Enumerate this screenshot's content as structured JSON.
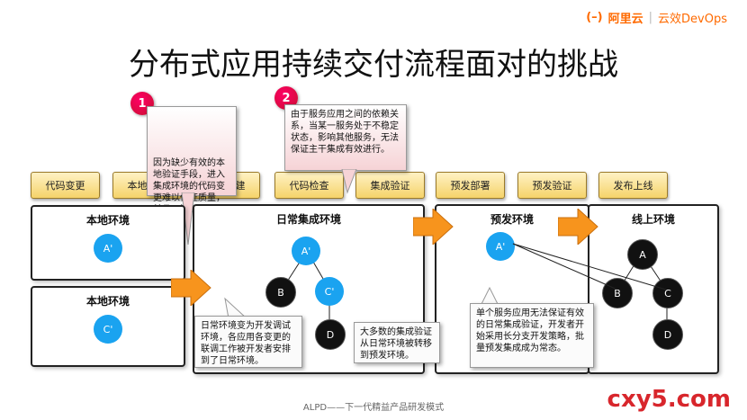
{
  "brand": {
    "logo": "阿里云",
    "product": "云效DevOps",
    "logo_icon": "aliyun-bracket-icon"
  },
  "title": "分布式应用持续交付流程面对的挑战",
  "steps": [
    "代码变更",
    "本地验证",
    "本地构建",
    "代码检查",
    "集成验证",
    "预发部署",
    "预发验证",
    "发布上线"
  ],
  "badges": [
    "1",
    "2"
  ],
  "callouts": {
    "c1": "因为缺少有效的本地验证手段，进入集成环境的代码变更难以保证质量，并且无法保证...",
    "c2": "由于服务应用之间的依赖关系，当某一服务处于不稳定状态，影响其他服务，无法保证主干集成有效进行。",
    "c3": "日常环境变为开发调试环境，各应用各变更的联调工作被开发者安排到了日常环境。",
    "c4": "大多数的集成验证从日常环境被转移到预发环境。",
    "c5": "单个服务应用无法保证有效的日常集成验证，开发者开始采用长分支开发策略，批量预发集成成为常态。"
  },
  "panels": {
    "local1": {
      "title": "本地环境",
      "node": "A'"
    },
    "local2": {
      "title": "本地环境",
      "node": "C'"
    },
    "daily": {
      "title": "日常集成环境",
      "nodes": [
        "A'",
        "B",
        "C'",
        "D"
      ]
    },
    "staging": {
      "title": "预发环境",
      "node": "A'"
    },
    "prod": {
      "title": "线上环境",
      "nodes": [
        "A",
        "B",
        "C",
        "D"
      ]
    }
  },
  "colors": {
    "orange": "#f7941d",
    "blue": "#1aa3f0",
    "brand": "#ff6a00",
    "watermark": "#d8262c"
  },
  "footer": "ALPD——下一代精益产品研发模式",
  "watermark": "cxy5.com"
}
